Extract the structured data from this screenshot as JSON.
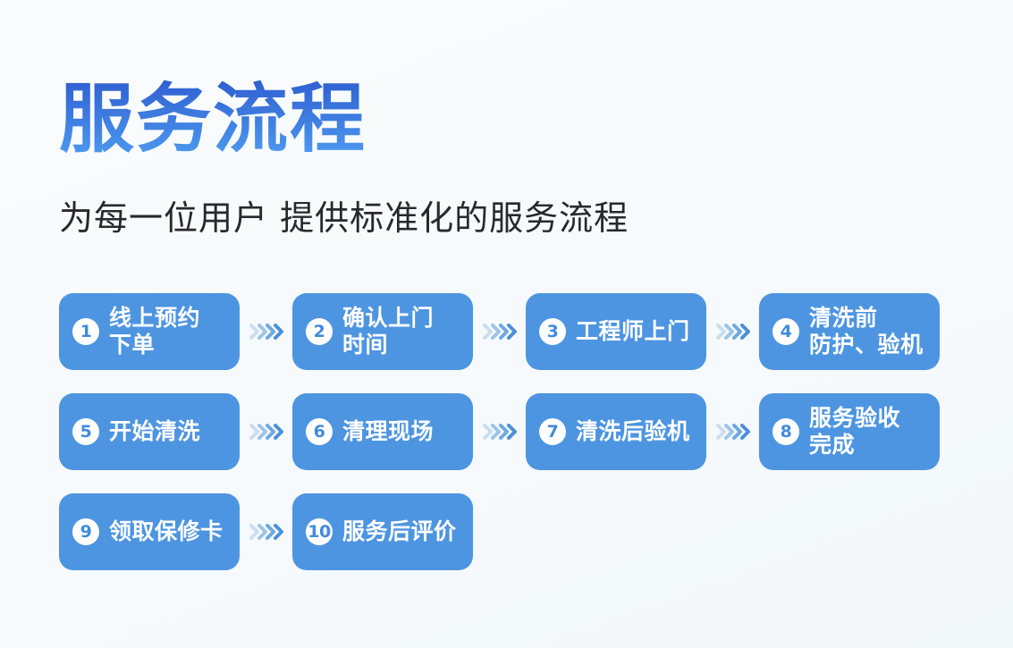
{
  "header": {
    "title": "服务流程",
    "subtitle": "为每一位用户 提供标准化的服务流程"
  },
  "flow": {
    "steps": [
      {
        "number": "1",
        "lines": [
          "线上预约",
          "下单"
        ]
      },
      {
        "number": "2",
        "lines": [
          "确认上门",
          "时间"
        ]
      },
      {
        "number": "3",
        "lines": [
          "工程师上门"
        ]
      },
      {
        "number": "4",
        "lines": [
          "清洗前",
          "防护、验机"
        ]
      },
      {
        "number": "5",
        "lines": [
          "开始清洗"
        ]
      },
      {
        "number": "6",
        "lines": [
          "清理现场"
        ]
      },
      {
        "number": "7",
        "lines": [
          "清洗后验机"
        ]
      },
      {
        "number": "8",
        "lines": [
          "服务验收",
          "完成"
        ]
      },
      {
        "number": "9",
        "lines": [
          "领取保修卡"
        ]
      },
      {
        "number": "10",
        "lines": [
          "服务后评价"
        ]
      }
    ],
    "rows": [
      [
        0,
        1,
        2,
        3
      ],
      [
        4,
        5,
        6,
        7
      ],
      [
        8,
        9
      ]
    ]
  },
  "colors": {
    "background_top": "#fafcfd",
    "background_bottom": "#f3f8fb",
    "title_gradient_start": "#2f5fd1",
    "title_gradient_end": "#4e9cf0",
    "subtitle_text": "#28282e",
    "step_box": "#4d95e1",
    "step_text": "#ffffff",
    "badge_background": "#ffffff",
    "badge_number": "#3f8ade",
    "arrow_chevrons": [
      "#cadeef",
      "#9cc5e8",
      "#6fa9e0",
      "#4b90d8"
    ]
  }
}
